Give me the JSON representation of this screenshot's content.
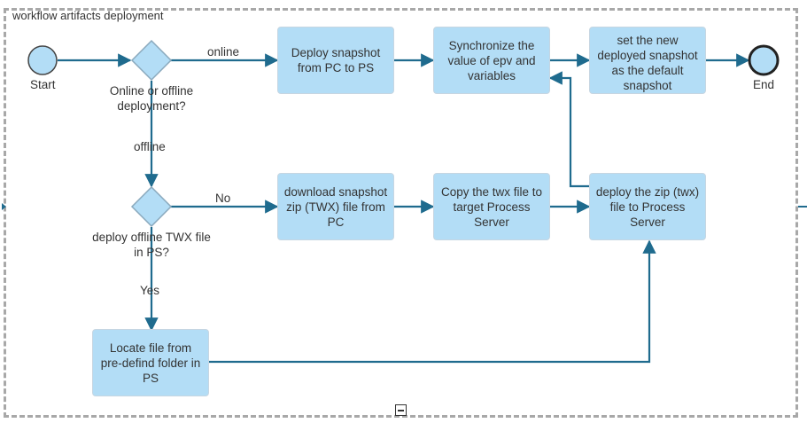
{
  "pool": {
    "title": "workflow artifacts deployment"
  },
  "events": {
    "start_label": "Start",
    "end_label": "End"
  },
  "gateways": {
    "online_offline": "Online or offline deployment?",
    "offline_twx": "deploy offline TWX file in PS?"
  },
  "flows": {
    "online": "online",
    "offline": "offline",
    "no": "No",
    "yes": "Yes"
  },
  "tasks": {
    "deploy_snapshot": "Deploy snapshot from PC to PS",
    "sync_epv": "Synchronize the value of epv and variables",
    "set_default": "set the new deployed snapshot as the default snapshot",
    "download_zip": "download snapshot zip (TWX) file from PC",
    "copy_twx": "Copy the twx file to target Process Server",
    "deploy_zip": "deploy the zip (twx) file to Process Server",
    "locate_file": "Locate file from pre-defind folder in PS"
  },
  "colors": {
    "task_fill": "#b3ddf6",
    "connector": "#1f6b8e",
    "event_fill": "#b3ddf6",
    "pool_border": "#a8a8a8"
  }
}
